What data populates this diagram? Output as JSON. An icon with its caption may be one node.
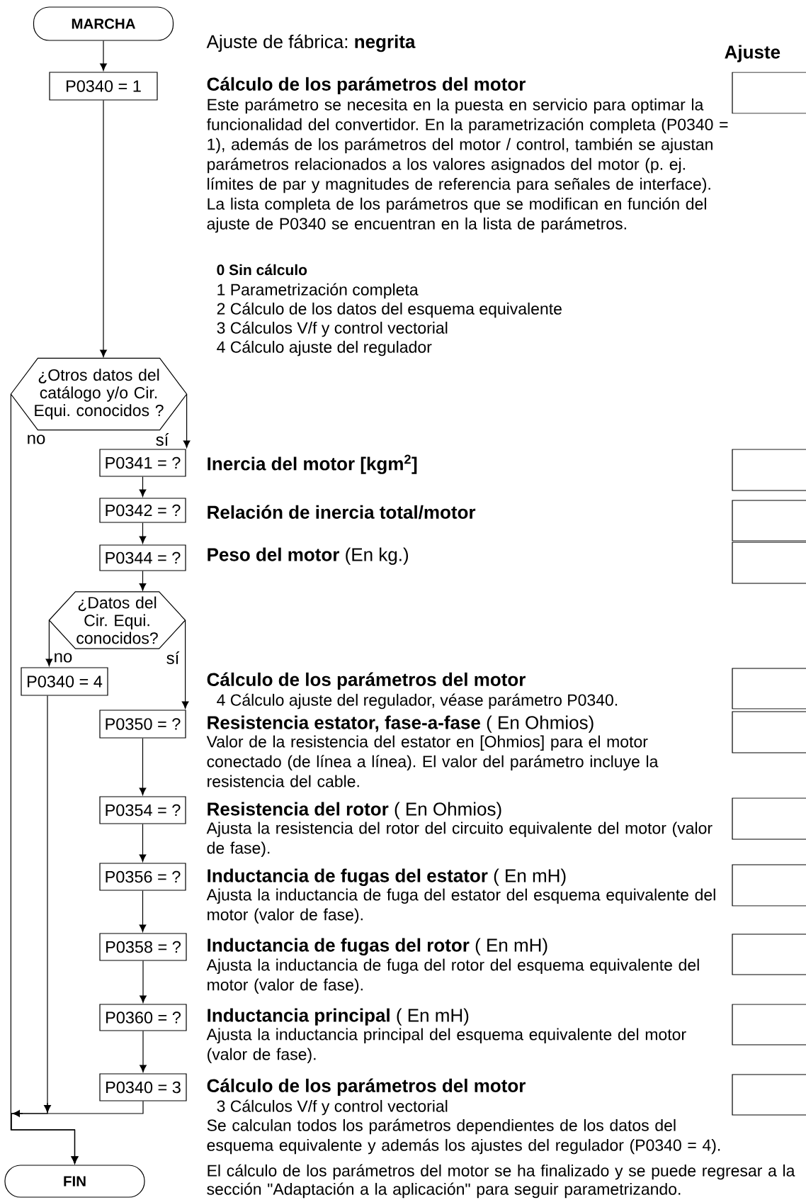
{
  "diagram": {
    "nodes": [
      {
        "text": [
          "MARCHA"
        ]
      },
      {
        "text": [
          "P0340 = 1"
        ]
      },
      {
        "text": [
          "¿Otros datos del catálogo y/o Cir. Equi. conocidos ?"
        ]
      },
      {
        "text": [
          "P0341 = ?"
        ]
      },
      {
        "text": [
          "P0342 = ?"
        ]
      },
      {
        "text": [
          "P0344 = ?"
        ]
      },
      {
        "text": [
          "¿Datos del Cir. Equi. conocidos?"
        ]
      },
      {
        "text": [
          "P0340 = 4"
        ]
      },
      {
        "text": [
          "P0350 = ?"
        ]
      },
      {
        "text": [
          "P0354 = ?"
        ]
      },
      {
        "text": [
          "P0356 = ?"
        ]
      },
      {
        "text": [
          "P0358 = ?"
        ]
      },
      {
        "text": [
          "P0360 = ?"
        ]
      },
      {
        "text": [
          "P0340 = 3"
        ]
      },
      {
        "text": [
          "FIN"
        ]
      },
      {
        "text": [],
        "shape": "box"
      },
      {
        "text": [],
        "shape": "box"
      },
      {
        "text": [],
        "shape": "box"
      },
      {
        "text": [],
        "shape": "box"
      },
      {
        "text": [],
        "shape": "box"
      },
      {
        "text": [],
        "shape": "box"
      },
      {
        "text": [],
        "shape": "box"
      },
      {
        "text": [],
        "shape": "box"
      },
      {
        "text": [],
        "shape": "box"
      },
      {
        "text": [],
        "shape": "box"
      },
      {
        "text": [],
        "shape": "box"
      }
    ],
    "edges": [
      {
        "from": 0,
        "to": 1,
        "arrow": "to"
      },
      {
        "from": 1,
        "to": 2,
        "arrow": "to"
      },
      {
        "from": 2,
        "to": 3,
        "arrow": "to",
        "label": "sí"
      },
      {
        "from": 2,
        "to": 14,
        "arrow": "to",
        "label": "no"
      },
      {
        "from": 3,
        "to": 4,
        "arrow": "to"
      },
      {
        "from": 4,
        "to": 5,
        "arrow": "to"
      },
      {
        "from": 5,
        "to": 6,
        "arrow": "to"
      },
      {
        "from": 6,
        "to": 7,
        "arrow": "to",
        "label": "no"
      },
      {
        "from": 6,
        "to": 8,
        "arrow": "to",
        "label": "sí"
      },
      {
        "from": 8,
        "to": 9,
        "arrow": "to"
      },
      {
        "from": 9,
        "to": 10,
        "arrow": "to"
      },
      {
        "from": 10,
        "to": 11,
        "arrow": "to"
      },
      {
        "from": 11,
        "to": 12,
        "arrow": "to"
      },
      {
        "from": 12,
        "to": 13,
        "arrow": "to"
      },
      {
        "from": 7,
        "to": 14,
        "arrow": "to"
      },
      {
        "from": 13,
        "to": 14,
        "arrow": "to"
      }
    ],
    "labels": [
      "Ajuste de fábrica: **negrita**",
      "Ajuste",
      "Cálculo de los parámetros del motor",
      "Este parámetro se necesita en la puesta en servicio para optimar la funcionalidad del convertidor. En la parametrización completa (P0340 = 1), además de los parámetros del motor / control, también se ajustan parámetros relacionados a los valores asignados del motor (p. ej. límites de par y magnitudes de referencia para señales de interface). La lista completa de los parámetros que se modifican en función del ajuste de P0340 se encuentran en la lista de parámetros.",
      "0 Sin cálculo",
      "1 Parametrización completa",
      "2 Cálculo de los datos del esquema equivalente",
      "3 Cálculos V/f y control vectorial",
      "4 Cálculo ajuste del regulador",
      "Inercia del motor [kgm$^{2}$]",
      "Relación de inercia total/motor",
      "**Peso del motor** (En kg.)",
      "Cálculo de los parámetros del motor",
      "4 Cálculo ajuste del regulador, véase parámetro P0340.",
      "**Resistencia estator, fase-a-fase** ( En Ohmios)",
      "Valor de la resistencia del estator en [Ohmios] para el motor conectado (de línea a línea). El valor del parámetro incluye la resistencia del cable.",
      "**Resistencia del rotor** ( En Ohmios)",
      "Ajusta la resistencia del rotor del circuito equivalente del motor (valor de fase).",
      "**Inductancia de fugas del estator** ( En mH)",
      "Ajusta la inductancia de fuga del estator del esquema equivalente del motor (valor de fase).",
      "**Inductancia de fugas del rotor** ( En mH)",
      "Ajusta la inductancia de fuga del rotor del esquema equivalente del motor (valor de fase).",
      "**Inductancia principal** ( En mH)",
      "Ajusta la inductancia principal del esquema equivalente del motor (valor de fase).",
      "Cálculo de los parámetros del motor",
      "3 Cálculos V/f y control vectorial",
      "Se calculan todos los parámetros dependientes de los datos del esquema equivalente y además los ajustes del regulador (P0340 = 4).",
      "El cálculo de los parámetros del motor se ha finalizado y se puede regresar a la sección \"Adaptación a la aplicación\" para seguir parametrizando."
    ]
  }
}
